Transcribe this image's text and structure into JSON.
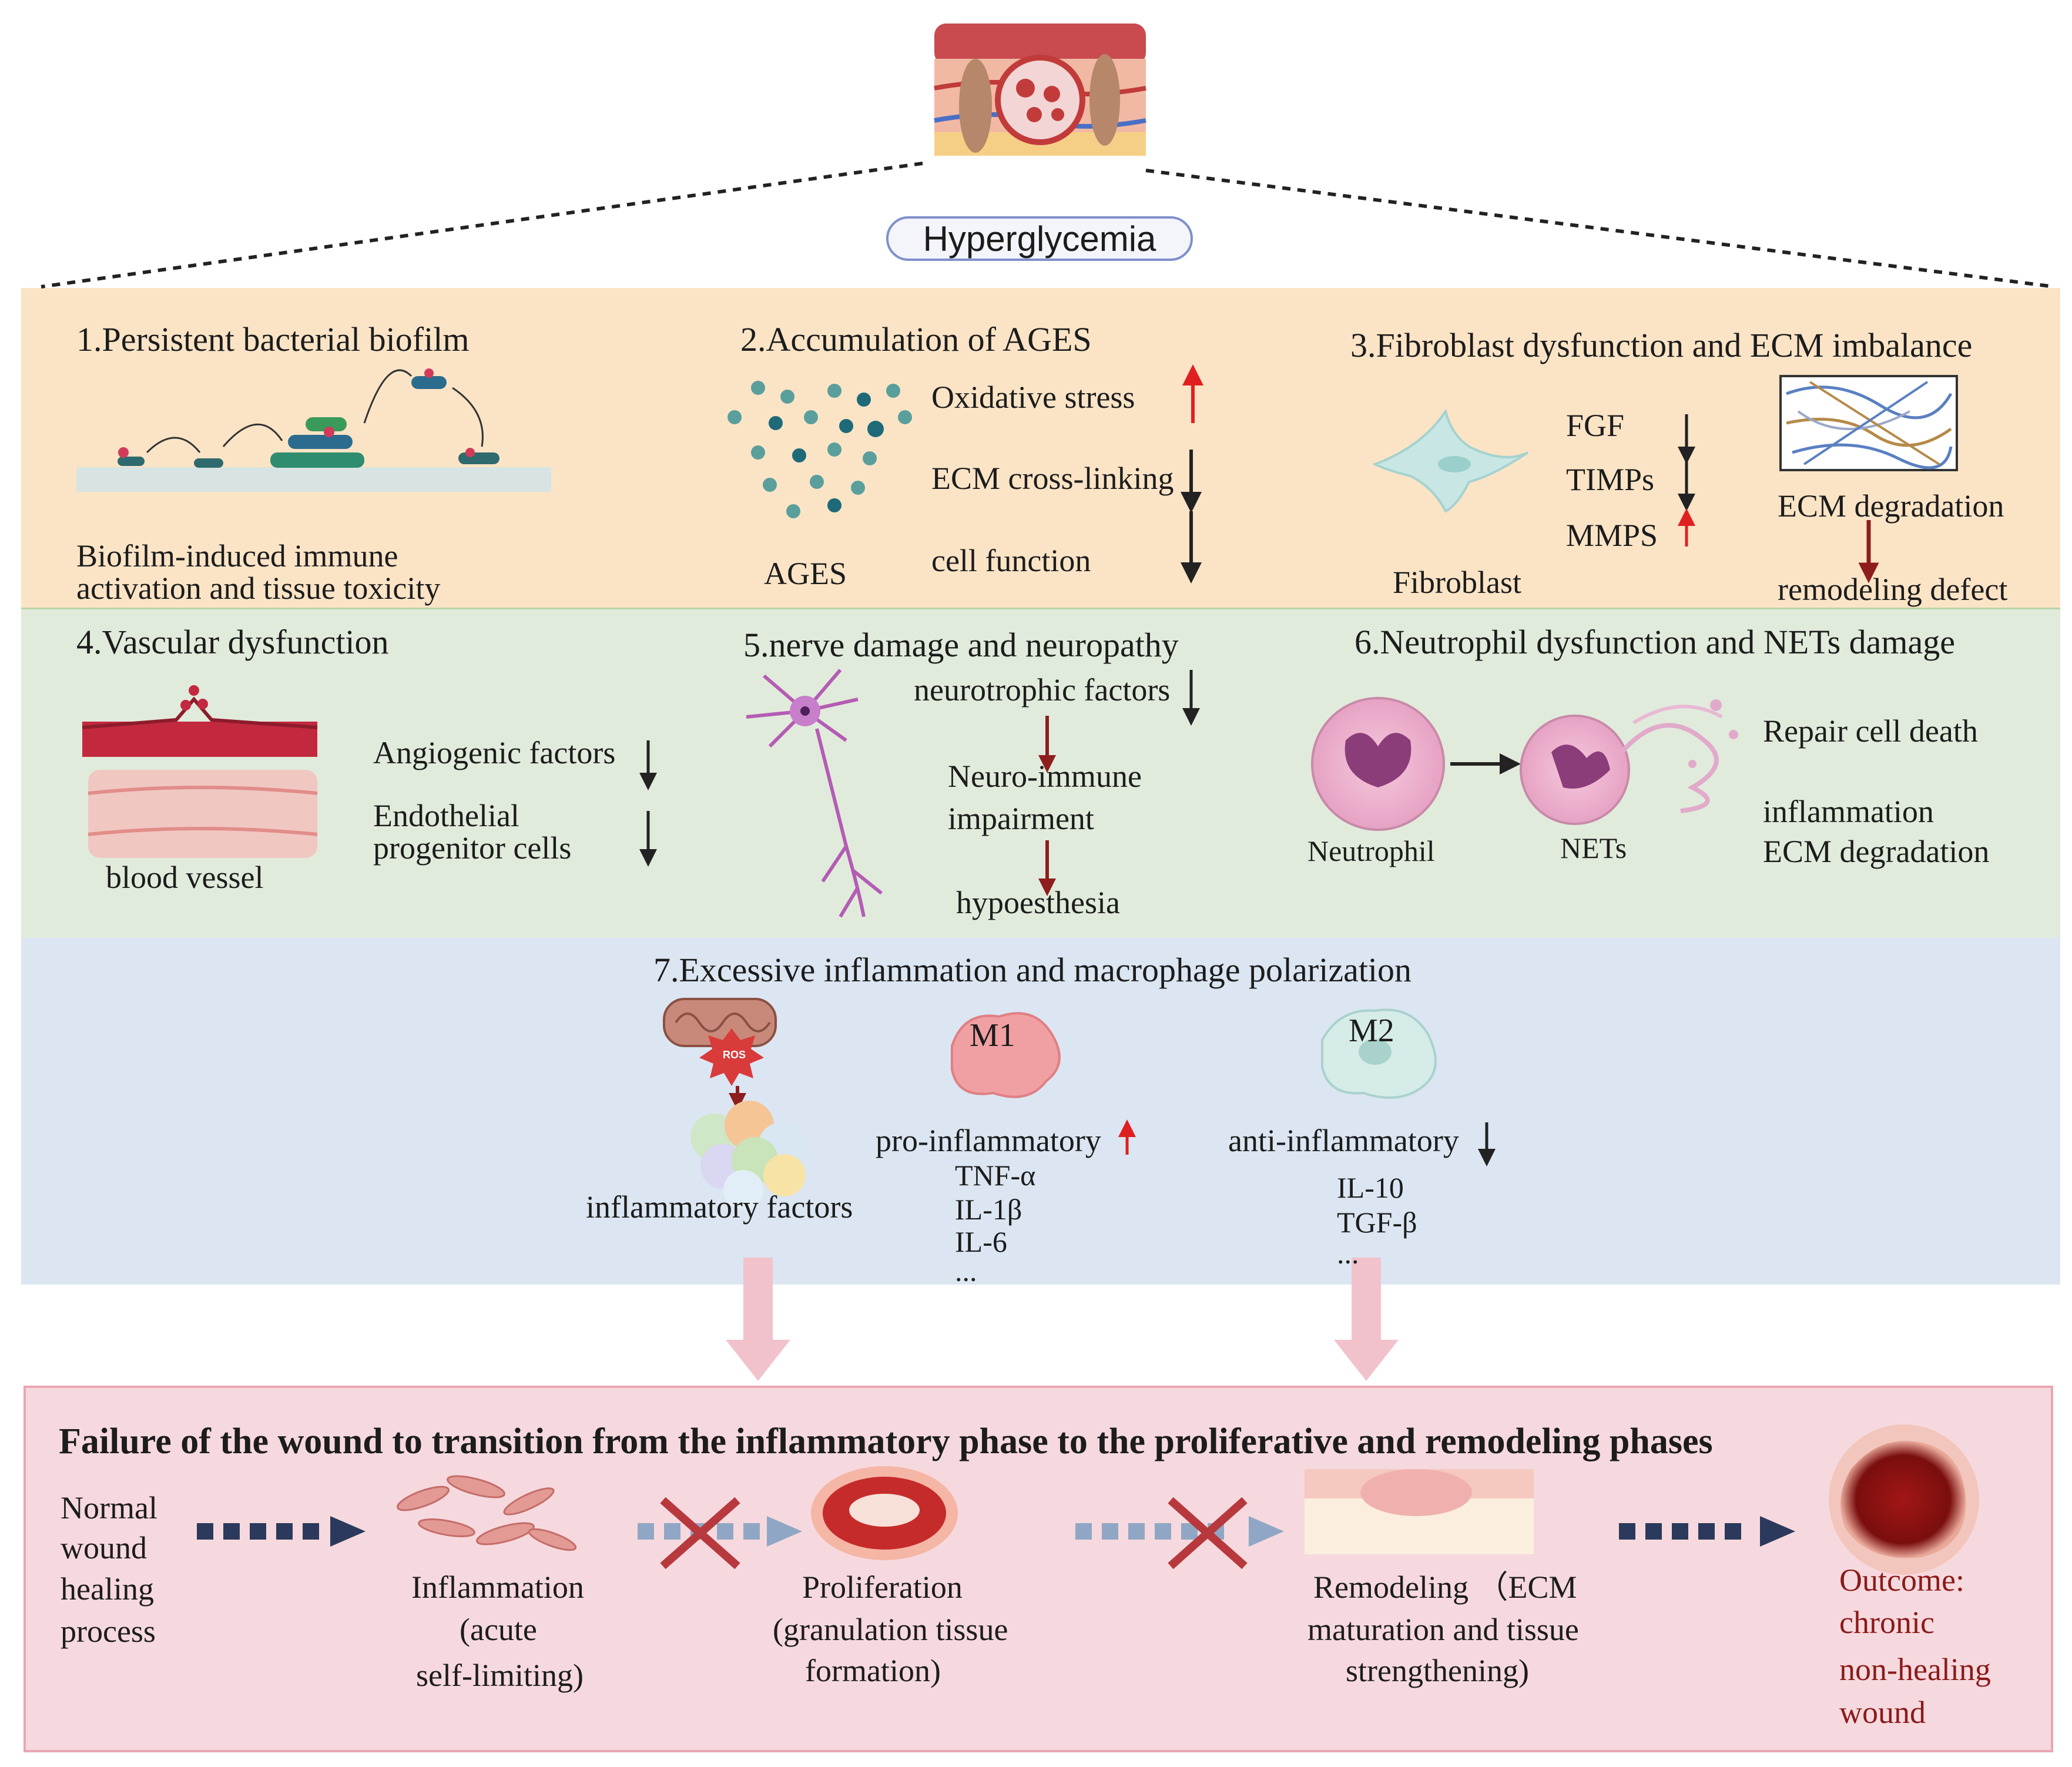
{
  "colors": {
    "top_band": "#fbe4c6",
    "mid_band": "#e1ebdc",
    "low_band": "#dbe6f2",
    "bottom_band": "#f6d9de",
    "bottom_border": "#e8a6b4",
    "down_arrow_dark": "#222222",
    "up_arrow_red": "#e02020",
    "maroon_arrow": "#8e1d1d",
    "pink_arrow": "#f2c2cc",
    "navy_arrow": "#2b3a5c",
    "pale_arrow": "#8fa7c4",
    "cross_red": "#b7393d",
    "outcome_red": "#8b1a1a"
  },
  "header": {
    "title": "Hyperglycemia"
  },
  "top": {
    "biofilm": {
      "heading": "1.Persistent bacterial biofilm",
      "line1": "Biofilm-induced immune",
      "line2": "activation and tissue toxicity"
    },
    "ages": {
      "heading": "2.Accumulation of AGES",
      "label": "AGES",
      "item1": "Oxidative stress",
      "item2": "ECM cross-linking",
      "item3": "cell function"
    },
    "fibroblast": {
      "heading": "3.Fibroblast dysfunction and ECM imbalance",
      "cell_label": "Fibroblast",
      "fgf": "FGF",
      "timps": "TIMPs",
      "mmps": "MMPS",
      "ecm": "ECM degradation",
      "defect": "remodeling defect"
    }
  },
  "middle": {
    "vascular": {
      "heading": "4.Vascular dysfunction",
      "item1": "Angiogenic factors",
      "item2a": "Endothelial",
      "item2b": "progenitor cells",
      "label": "blood vessel"
    },
    "nerve": {
      "heading": "5.nerve damage and neuropathy",
      "item1": "neurotrophic factors",
      "item2a": "Neuro-immune",
      "item2b": "impairment",
      "item3": "hypoesthesia"
    },
    "neutrophil": {
      "heading": "6.Neutrophil dysfunction and NETs damage",
      "cell1": "Neutrophil",
      "cell2": "NETs",
      "effect1": "Repair cell death",
      "effect2": "inflammation",
      "effect3": "ECM degradation"
    }
  },
  "lower": {
    "heading": "7.Excessive inflammation and macrophage polarization",
    "ros": "ROS",
    "factors": "inflammatory factors",
    "m1": "M1",
    "m2": "M2",
    "pro": "pro-inflammatory",
    "pro_list": [
      "TNF-α",
      "IL-1β",
      "IL-6",
      "..."
    ],
    "anti": "anti-inflammatory",
    "anti_list": [
      "IL-10",
      "TGF-β",
      "..."
    ]
  },
  "bottom": {
    "title": "Failure of the wound to transition from the inflammatory phase to the proliferative and remodeling phases",
    "normal": [
      "Normal",
      "wound",
      "healing",
      "process"
    ],
    "inflammation": [
      "Inflammation",
      "(acute",
      "self-limiting)"
    ],
    "proliferation": [
      "Proliferation",
      "(granulation tissue",
      "formation)"
    ],
    "remodeling": [
      "Remodeling （ECM",
      "maturation and tissue",
      "strengthening)"
    ],
    "outcome": [
      "Outcome:",
      "chronic",
      "non-healing",
      "wound"
    ]
  }
}
